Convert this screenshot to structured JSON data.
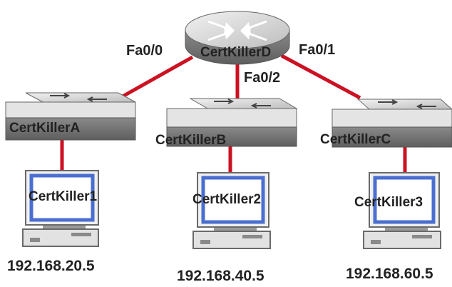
{
  "colors": {
    "link": "#cc1122",
    "device_face": "#e0e0e0",
    "device_side": "#7d7d7d",
    "screen": "#4a6fd0"
  },
  "router": {
    "name": "CertKillerD",
    "icon": "router-icon",
    "ports": {
      "left": "Fa0/0",
      "right": "Fa0/1",
      "middle": "Fa0/2"
    }
  },
  "switches": [
    {
      "name": "CertKillerA",
      "icon": "switch-icon"
    },
    {
      "name": "CertKillerB",
      "icon": "switch-icon"
    },
    {
      "name": "CertKillerC",
      "icon": "switch-icon"
    }
  ],
  "hosts": [
    {
      "name": "CertKiller1",
      "ip": "192.168.20.5",
      "icon": "computer-icon"
    },
    {
      "name": "CertKiller2",
      "ip": "192.168.40.5",
      "icon": "computer-icon"
    },
    {
      "name": "CertKiller3",
      "ip": "192.168.60.5",
      "icon": "computer-icon"
    }
  ]
}
